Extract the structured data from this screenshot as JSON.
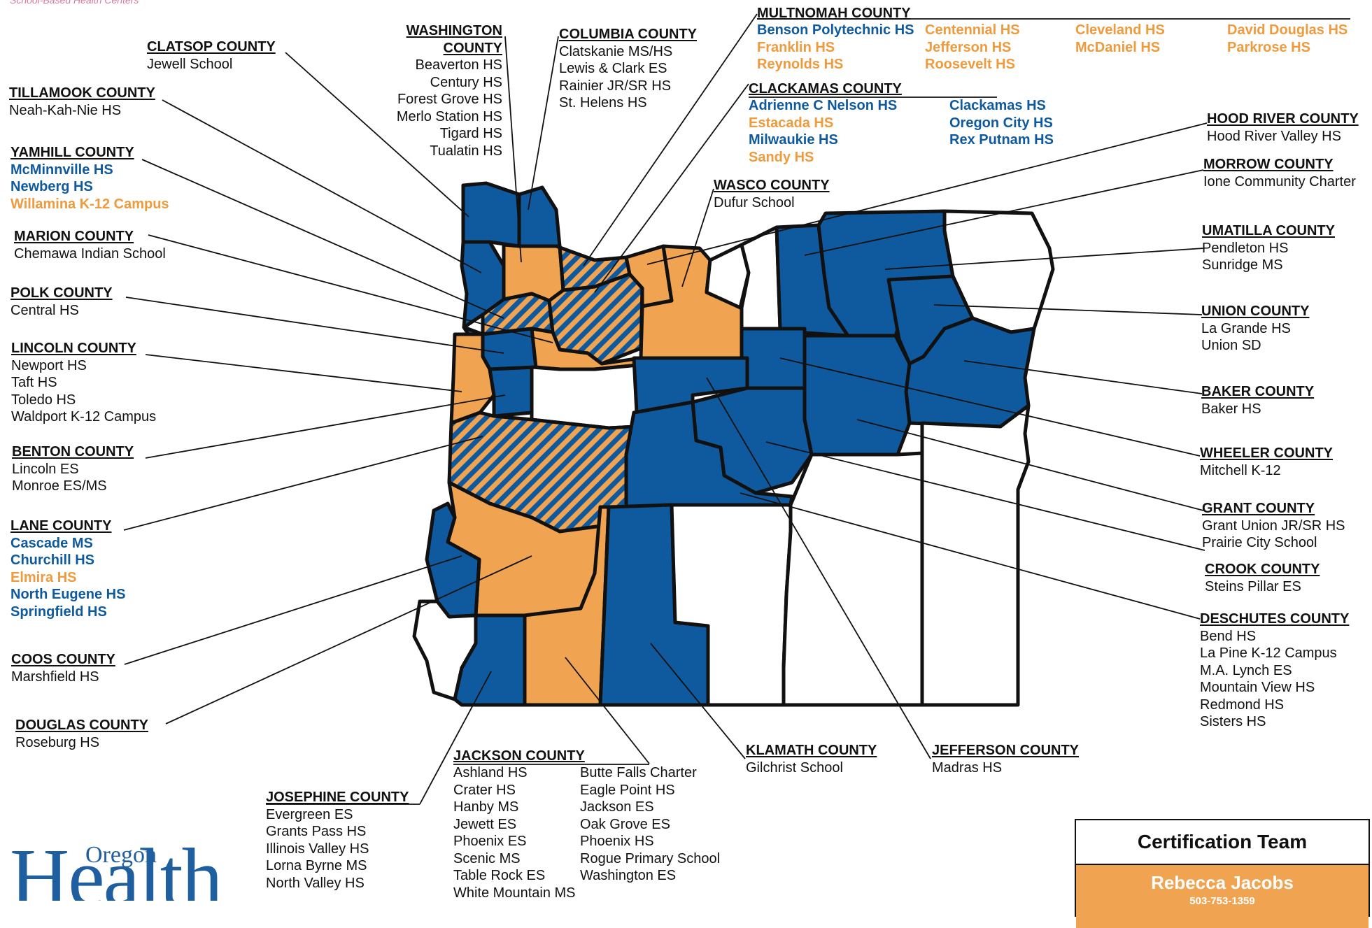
{
  "header": {
    "text": "School-Based Health Centers"
  },
  "colors": {
    "blue": "#0f5a9e",
    "orange": "#f0a451",
    "white": "#ffffff",
    "border": "#111111"
  },
  "legend_box": {
    "title": "Certification Team",
    "person": "Rebecca Jacobs",
    "phone": "503-753-1359"
  },
  "logo": {
    "small": "Oregon",
    "big": "Health"
  },
  "counties": {
    "clatsop": {
      "name": "CLATSOP COUNTY",
      "schools": [
        {
          "n": "Jewell School",
          "c": "black"
        }
      ]
    },
    "tillamook": {
      "name": "TILLAMOOK COUNTY",
      "schools": [
        {
          "n": "Neah-Kah-Nie HS",
          "c": "black"
        }
      ]
    },
    "yamhill": {
      "name": "YAMHILL COUNTY",
      "schools": [
        {
          "n": "McMinnville HS",
          "c": "blue"
        },
        {
          "n": "Newberg HS",
          "c": "blue"
        },
        {
          "n": "Willamina K-12 Campus",
          "c": "orange"
        }
      ]
    },
    "marion": {
      "name": "MARION COUNTY",
      "schools": [
        {
          "n": "Chemawa Indian School",
          "c": "black"
        }
      ]
    },
    "polk": {
      "name": "POLK COUNTY",
      "schools": [
        {
          "n": "Central HS",
          "c": "black"
        }
      ]
    },
    "lincoln": {
      "name": "LINCOLN COUNTY",
      "schools": [
        {
          "n": "Newport HS",
          "c": "black"
        },
        {
          "n": "Taft HS",
          "c": "black"
        },
        {
          "n": "Toledo HS",
          "c": "black"
        },
        {
          "n": "Waldport K-12 Campus",
          "c": "black"
        }
      ]
    },
    "benton": {
      "name": "BENTON COUNTY",
      "schools": [
        {
          "n": "Lincoln ES",
          "c": "black"
        },
        {
          "n": "Monroe ES/MS",
          "c": "black"
        }
      ]
    },
    "lane": {
      "name": "LANE COUNTY",
      "schools": [
        {
          "n": "Cascade MS",
          "c": "blue"
        },
        {
          "n": "Churchill HS",
          "c": "blue"
        },
        {
          "n": "Elmira HS",
          "c": "orange"
        },
        {
          "n": "North Eugene HS",
          "c": "blue"
        },
        {
          "n": "Springfield HS",
          "c": "blue"
        }
      ]
    },
    "coos": {
      "name": "COOS COUNTY",
      "schools": [
        {
          "n": "Marshfield HS",
          "c": "black"
        }
      ]
    },
    "douglas": {
      "name": "DOUGLAS COUNTY",
      "schools": [
        {
          "n": "Roseburg HS",
          "c": "black"
        }
      ]
    },
    "josephine": {
      "name": "JOSEPHINE COUNTY",
      "schools": [
        {
          "n": "Evergreen ES",
          "c": "black"
        },
        {
          "n": "Grants Pass HS",
          "c": "black"
        },
        {
          "n": "Illinois Valley HS",
          "c": "black"
        },
        {
          "n": "Lorna Byrne MS",
          "c": "black"
        },
        {
          "n": "North Valley HS",
          "c": "black"
        }
      ]
    },
    "washington": {
      "name": "WASHINGTON COUNTY",
      "name_lines": [
        "WASHINGTON",
        "COUNTY"
      ],
      "schools": [
        {
          "n": "Beaverton HS",
          "c": "black"
        },
        {
          "n": "Century HS",
          "c": "black"
        },
        {
          "n": "Forest Grove HS",
          "c": "black"
        },
        {
          "n": "Merlo Station HS",
          "c": "black"
        },
        {
          "n": "Tigard HS",
          "c": "black"
        },
        {
          "n": "Tualatin HS",
          "c": "black"
        }
      ]
    },
    "columbia": {
      "name": "COLUMBIA COUNTY",
      "schools": [
        {
          "n": "Clatskanie MS/HS",
          "c": "black"
        },
        {
          "n": "Lewis & Clark ES",
          "c": "black"
        },
        {
          "n": "Rainier JR/SR HS",
          "c": "black"
        },
        {
          "n": "St. Helens HS",
          "c": "black"
        }
      ]
    },
    "multnomah": {
      "name": "MULTNOMAH COUNTY",
      "columns": [
        [
          {
            "n": "Benson Polytechnic HS",
            "c": "blue"
          },
          {
            "n": "Franklin HS",
            "c": "orange"
          },
          {
            "n": "Reynolds HS",
            "c": "orange"
          }
        ],
        [
          {
            "n": "Centennial HS",
            "c": "orange"
          },
          {
            "n": "Jefferson HS",
            "c": "orange"
          },
          {
            "n": "Roosevelt HS",
            "c": "orange"
          }
        ],
        [
          {
            "n": "Cleveland HS",
            "c": "orange"
          },
          {
            "n": "McDaniel HS",
            "c": "orange"
          }
        ],
        [
          {
            "n": "David Douglas HS",
            "c": "orange"
          },
          {
            "n": "Parkrose HS",
            "c": "orange"
          }
        ]
      ]
    },
    "clackamas": {
      "name": "CLACKAMAS COUNTY",
      "columns": [
        [
          {
            "n": "Adrienne C Nelson HS",
            "c": "blue"
          },
          {
            "n": "Estacada HS",
            "c": "orange"
          },
          {
            "n": "Milwaukie HS",
            "c": "blue"
          },
          {
            "n": "Sandy HS",
            "c": "orange"
          }
        ],
        [
          {
            "n": "Clackamas HS",
            "c": "blue"
          },
          {
            "n": "Oregon City HS",
            "c": "blue"
          },
          {
            "n": "Rex Putnam HS",
            "c": "blue"
          }
        ]
      ]
    },
    "wasco": {
      "name": "WASCO COUNTY",
      "schools": [
        {
          "n": "Dufur School",
          "c": "black"
        }
      ]
    },
    "hood_river": {
      "name": "HOOD RIVER COUNTY",
      "schools": [
        {
          "n": "Hood River Valley HS",
          "c": "black"
        }
      ]
    },
    "morrow": {
      "name": "MORROW COUNTY",
      "schools": [
        {
          "n": "Ione Community Charter",
          "c": "black"
        }
      ]
    },
    "umatilla": {
      "name": "UMATILLA COUNTY",
      "schools": [
        {
          "n": "Pendleton HS",
          "c": "black"
        },
        {
          "n": "Sunridge MS",
          "c": "black"
        }
      ]
    },
    "union": {
      "name": "UNION COUNTY",
      "schools": [
        {
          "n": "La Grande HS",
          "c": "black"
        },
        {
          "n": "Union SD",
          "c": "black"
        }
      ]
    },
    "baker": {
      "name": "BAKER COUNTY",
      "schools": [
        {
          "n": "Baker HS",
          "c": "black"
        }
      ]
    },
    "wheeler": {
      "name": "WHEELER COUNTY",
      "schools": [
        {
          "n": "Mitchell K-12",
          "c": "black"
        }
      ]
    },
    "grant": {
      "name": "GRANT COUNTY",
      "schools": [
        {
          "n": "Grant Union JR/SR HS",
          "c": "black"
        },
        {
          "n": "Prairie City School",
          "c": "black"
        }
      ]
    },
    "crook": {
      "name": "CROOK COUNTY",
      "schools": [
        {
          "n": "Steins Pillar ES",
          "c": "black"
        }
      ]
    },
    "deschutes": {
      "name": "DESCHUTES COUNTY",
      "schools": [
        {
          "n": "Bend HS",
          "c": "black"
        },
        {
          "n": "La Pine K-12 Campus",
          "c": "black"
        },
        {
          "n": "M.A. Lynch ES",
          "c": "black"
        },
        {
          "n": "Mountain View HS",
          "c": "black"
        },
        {
          "n": "Redmond HS",
          "c": "black"
        },
        {
          "n": "Sisters HS",
          "c": "black"
        }
      ]
    },
    "klamath": {
      "name": "KLAMATH COUNTY",
      "schools": [
        {
          "n": "Gilchrist School",
          "c": "black"
        }
      ]
    },
    "jefferson": {
      "name": "JEFFERSON COUNTY",
      "schools": [
        {
          "n": "Madras HS",
          "c": "black"
        }
      ]
    },
    "jackson": {
      "name": "JACKSON COUNTY",
      "columns": [
        [
          {
            "n": "Ashland HS",
            "c": "black"
          },
          {
            "n": "Crater HS",
            "c": "black"
          },
          {
            "n": "Hanby MS",
            "c": "black"
          },
          {
            "n": "Jewett ES",
            "c": "black"
          },
          {
            "n": "Phoenix ES",
            "c": "black"
          },
          {
            "n": "Scenic MS",
            "c": "black"
          },
          {
            "n": "Table Rock ES",
            "c": "black"
          },
          {
            "n": "White Mountain MS",
            "c": "black"
          }
        ],
        [
          {
            "n": "Butte Falls Charter",
            "c": "black"
          },
          {
            "n": "Eagle Point HS",
            "c": "black"
          },
          {
            "n": "Jackson ES",
            "c": "black"
          },
          {
            "n": "Oak Grove ES",
            "c": "black"
          },
          {
            "n": "Phoenix HS",
            "c": "black"
          },
          {
            "n": "Rogue Primary School",
            "c": "black"
          },
          {
            "n": "Washington ES",
            "c": "black"
          }
        ]
      ]
    }
  }
}
